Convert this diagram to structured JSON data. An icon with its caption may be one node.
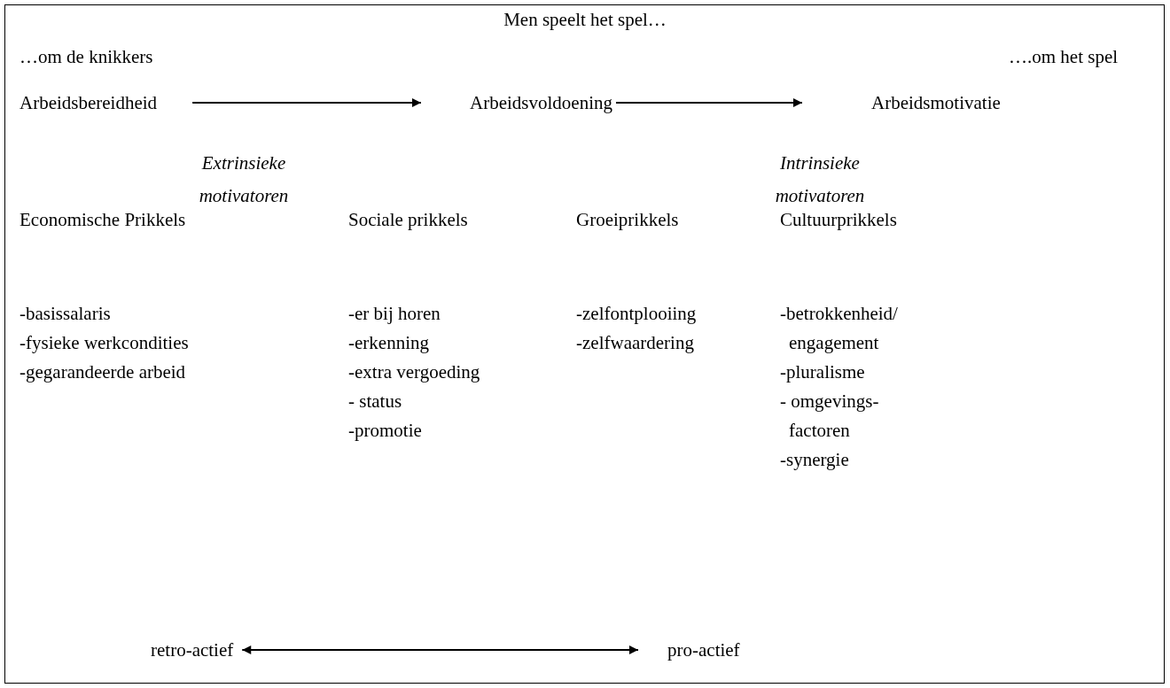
{
  "diagram": {
    "title": "Men speelt het spel…",
    "nodes": [
      {
        "text": [
          "Arbeidsbereidheid"
        ]
      },
      {
        "text": [
          "Arbeidsvoldoening"
        ]
      },
      {
        "text": [
          "Arbeidsmotivatie"
        ]
      },
      {
        "text": [
          "retro-actief"
        ]
      },
      {
        "text": [
          "pro-actief"
        ]
      }
    ],
    "edges": [
      {
        "from": 0,
        "to": 1,
        "arrow": "to"
      },
      {
        "from": 1,
        "to": 2,
        "arrow": "to"
      },
      {
        "from": 3,
        "to": 4,
        "arrow": "both"
      }
    ],
    "labels": [
      "…om de knikkers",
      "….om het spel",
      "Extrinsieke motivatoren",
      "Intrinsieke motivatoren",
      "Economische Prikkels",
      "Sociale prikkels",
      "Groeiprikkels",
      "Cultuurprikkels",
      "-basissalaris",
      "-er bij horen",
      "-zelfontplooiing",
      "-betrokkenheid/ engagement",
      "-fysieke werkcondities",
      "-erkenning",
      "-zelfwaardering",
      "-gegarandeerde arbeid",
      "-extra vergoeding",
      "-pluralisme",
      "- status",
      "- omgevings- factoren",
      "-promotie",
      "-synergie"
    ]
  }
}
